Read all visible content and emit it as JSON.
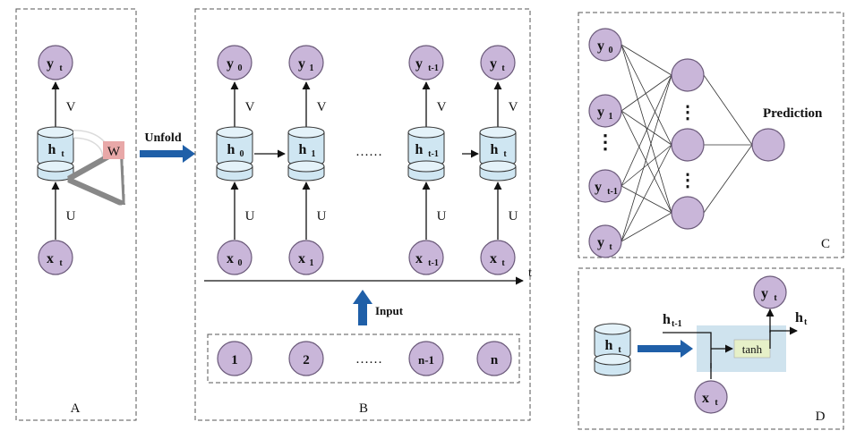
{
  "colors": {
    "node_fill": "#c9b6d9",
    "cell_fill": "#cfe6f2",
    "arrow_blue": "#1f5fa8",
    "w_box": "#e8a8a8",
    "tanh_box": "#e6f0c8",
    "cell_region": "#cfe3ee"
  },
  "panel_a": {
    "label": "A",
    "output": "y",
    "output_sub": "t",
    "hidden": "h",
    "hidden_sub": "t",
    "input": "x",
    "input_sub": "t",
    "weight_v": "V",
    "weight_u": "U",
    "weight_w": "W"
  },
  "unfold_label": "Unfold",
  "panel_b": {
    "label": "B",
    "steps": [
      {
        "y": "y",
        "y_sub": "0",
        "h": "h",
        "h_sub": "0",
        "x": "x",
        "x_sub": "0"
      },
      {
        "y": "y",
        "y_sub": "1",
        "h": "h",
        "h_sub": "1",
        "x": "x",
        "x_sub": "1"
      },
      {
        "y": "y",
        "y_sub": "t-1",
        "h": "h",
        "h_sub": "t-1",
        "x": "x",
        "x_sub": "t-1"
      },
      {
        "y": "y",
        "y_sub": "t",
        "h": "h",
        "h_sub": "t",
        "x": "x",
        "x_sub": "t"
      }
    ],
    "weight_v": "V",
    "weight_u": "U",
    "ellipsis": "……",
    "time_axis": "t",
    "input_label": "Input",
    "inputs": [
      "1",
      "2",
      "n-1",
      "n"
    ],
    "input_ellipsis": "……"
  },
  "panel_c": {
    "label": "C",
    "inputs": [
      {
        "t": "y",
        "s": "0"
      },
      {
        "t": "y",
        "s": "1"
      },
      {
        "t": "y",
        "s": "t-1"
      },
      {
        "t": "y",
        "s": "t"
      }
    ],
    "vdots": "⋮",
    "prediction": "Prediction"
  },
  "panel_d": {
    "label": "D",
    "hidden": "h",
    "hidden_sub": "t",
    "prev": "h",
    "prev_sub": "t-1",
    "out_h": "h",
    "out_h_sub": "t",
    "y": "y",
    "y_sub": "t",
    "x": "x",
    "x_sub": "t",
    "tanh": "tanh"
  }
}
